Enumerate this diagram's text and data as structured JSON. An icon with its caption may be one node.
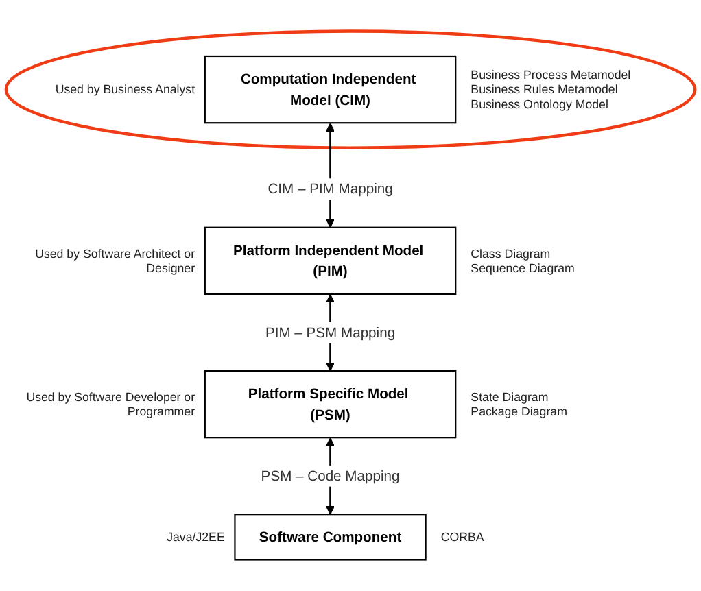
{
  "diagram": {
    "nodes": [
      {
        "text": [],
        "shape": "ellipse"
      },
      {
        "text": [
          "Computation Independent Model (CIM)"
        ],
        "in": 0,
        "beside": [
          "Used by Business Analyst",
          "Business Process Metamodel",
          "Business Rules Metamodel",
          "Business Ontology Model"
        ]
      },
      {
        "text": [
          "Platform Independent Model (PIM)"
        ],
        "beside": [
          "Used by Software Architect or Designer",
          "Class Diagram",
          "Sequence Diagram"
        ]
      },
      {
        "text": [
          "Platform Specific Model (PSM)"
        ],
        "beside": [
          "Used by Software Developer or Programmer",
          "State Diagram",
          "Package Diagram"
        ]
      },
      {
        "text": [
          "Software Component"
        ],
        "beside": [
          "Java/J2EE",
          "CORBA"
        ]
      }
    ],
    "edges": [
      {
        "from": 1,
        "to": 2,
        "arrow": "both",
        "label": "CIM – PIM Mapping"
      },
      {
        "from": 2,
        "to": 3,
        "arrow": "both",
        "label": "PIM – PSM Mapping"
      },
      {
        "from": 3,
        "to": 4,
        "arrow": "both",
        "label": "PSM – Code Mapping"
      }
    ]
  }
}
